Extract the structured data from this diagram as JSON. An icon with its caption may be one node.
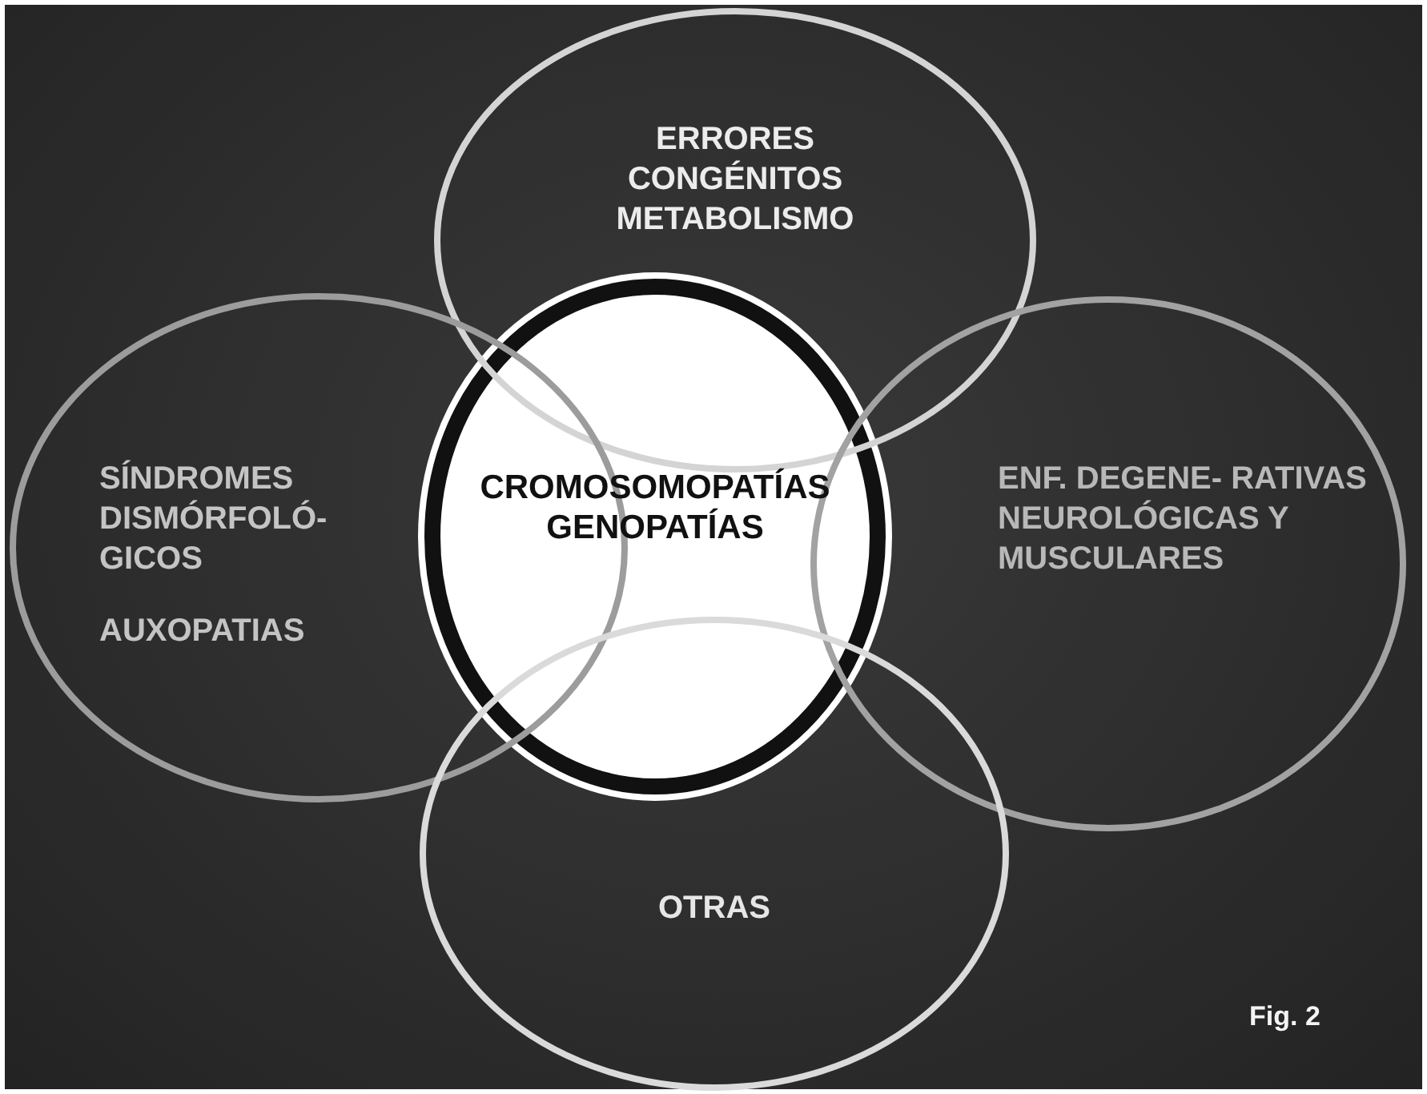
{
  "diagram": {
    "nodes": [
      {
        "text": [
          "ERRORES CONGÉNITOS METABOLISMO"
        ]
      },
      {
        "text": [
          "SÍNDROMES DISMÓRFOLÓ- GICOS",
          "AUXOPATIAS"
        ]
      },
      {
        "text": [
          "CROMOSOMOPATÍAS GENOPATÍAS"
        ]
      },
      {
        "text": [
          "ENF. DEGENE- RATIVAS NEUROLÓGICAS Y MUSCULARES"
        ]
      },
      {
        "text": [
          "OTRAS"
        ]
      }
    ],
    "edges": [],
    "labels": [
      "Fig. 2"
    ]
  }
}
